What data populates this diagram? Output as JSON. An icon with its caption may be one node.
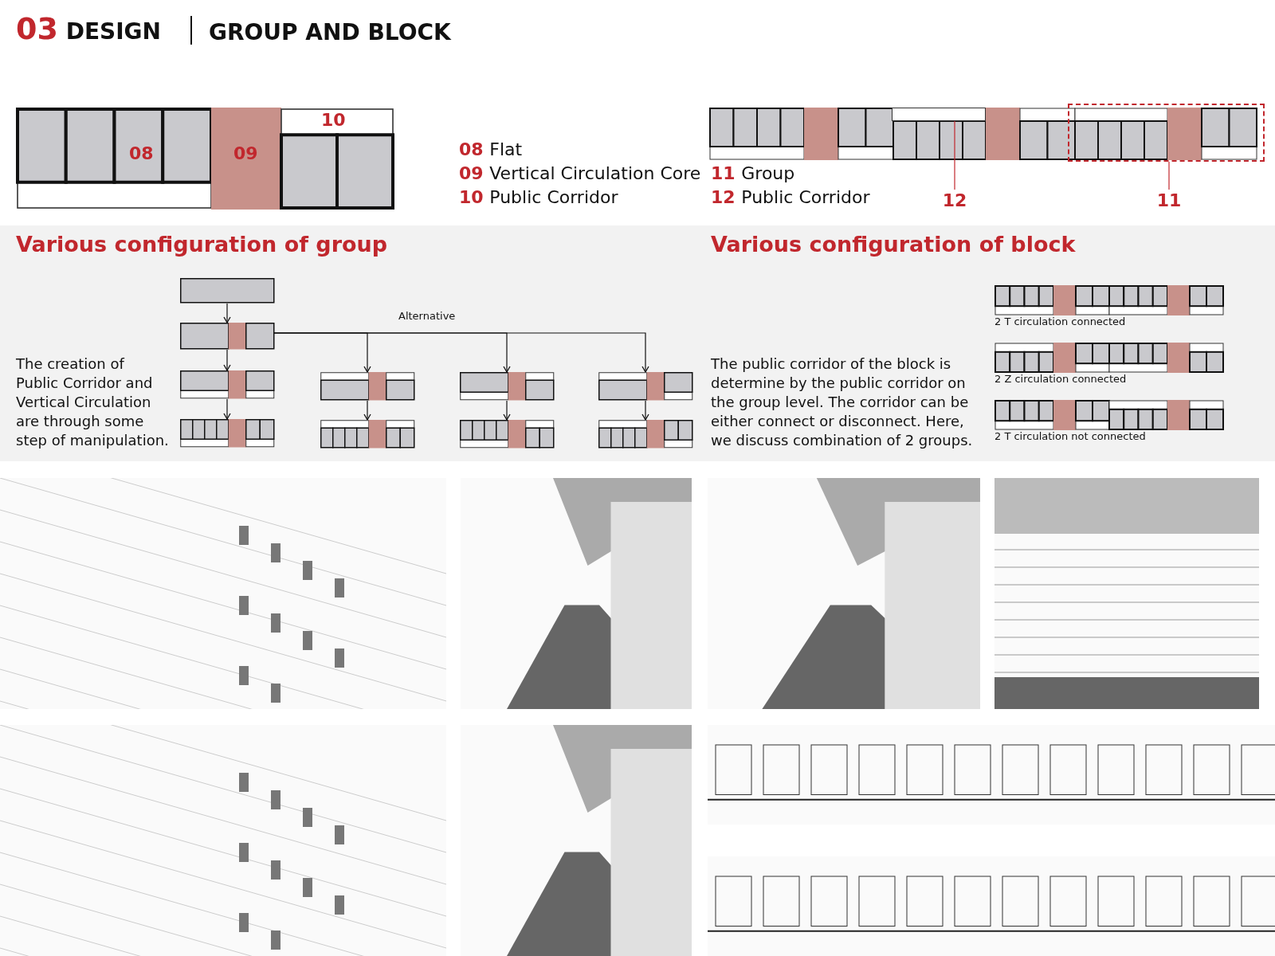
{
  "diagram": {
    "title": "03 DESIGN",
    "nodes": [
      {
        "text": [],
        "shape": "box"
      },
      {
        "text": [],
        "shape": "box"
      },
      {
        "text": [],
        "shape": "box"
      },
      {
        "text": [],
        "shape": "box"
      },
      {
        "text": [],
        "shape": "box"
      },
      {
        "text": [],
        "shape": "box"
      },
      {
        "text": [],
        "shape": "box"
      },
      {
        "text": [],
        "shape": "box"
      },
      {
        "text": [],
        "shape": "box"
      },
      {
        "text": [],
        "shape": "box"
      },
      {
        "text": [
          "12"
        ]
      },
      {
        "text": [],
        "shape": "bar"
      },
      {
        "text": [
          "11"
        ]
      },
      {
        "text": [],
        "shape": "box"
      }
    ],
    "edges": [
      {
        "from": 0,
        "to": 1,
        "arrow": "to"
      },
      {
        "from": 1,
        "to": 2,
        "arrow": "to"
      },
      {
        "from": 2,
        "to": 3,
        "arrow": "to"
      },
      {
        "from": 1,
        "to": 4,
        "arrow": "to"
      },
      {
        "from": 1,
        "to": 6,
        "arrow": "to",
        "label": "Alternative"
      },
      {
        "from": 1,
        "to": 8,
        "arrow": "to"
      },
      {
        "from": 4,
        "to": 5,
        "arrow": "to"
      },
      {
        "from": 6,
        "to": 7,
        "arrow": "to"
      },
      {
        "from": 8,
        "to": 9,
        "arrow": "to"
      },
      {
        "from": 10,
        "to": 11,
        "arrow": "none",
        "color": "#c1272d"
      },
      {
        "from": 12,
        "to": 13,
        "arrow": "none",
        "color": "#c1272d"
      }
    ],
    "labels": [
      "GROUP AND BLOCK",
      "10",
      "08",
      "09",
      "08 Flat",
      "09 Vertical Circulation Core",
      "10 Public Corridor",
      "11 Group",
      "12 Public Corridor",
      "Various configuration of group",
      "Various configuration of block",
      "2 T circulation connected",
      "The creation of Public Corridor and Vertical Circulation are through some step of manipulation.",
      "The public corridor of the block is determine by the public corridor on the group level. The corridor can be either connect or disconnect. Here, we discuss combination of 2 groups.",
      "2 Z circulation connected",
      "2 T circulation not connected"
    ]
  }
}
